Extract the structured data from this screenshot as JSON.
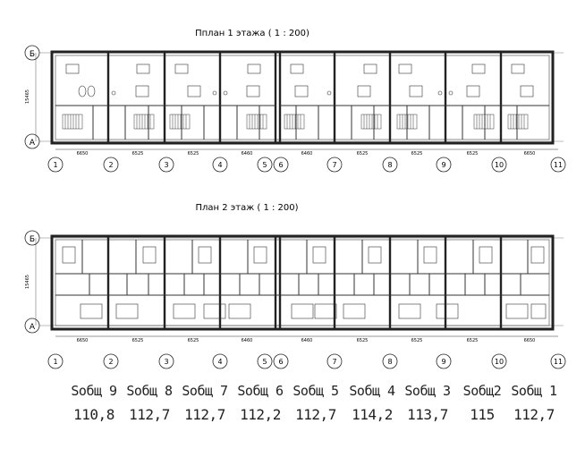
{
  "floor1": {
    "title": "Пплан 1 этажа ( 1 : 200)",
    "row_b": "Б",
    "row_a": "А",
    "height_dim": "15465",
    "axes": [
      "1",
      "2",
      "3",
      "4",
      "5",
      "6",
      "7",
      "8",
      "9",
      "10",
      "11"
    ],
    "dims": [
      "6650",
      "6525",
      "6525",
      "6460",
      "6460",
      "6525",
      "6525",
      "6525",
      "6650"
    ]
  },
  "floor2": {
    "title": "План 2 этаж ( 1 : 200)",
    "row_b": "Б",
    "row_a": "А",
    "height_dim": "15465",
    "axes": [
      "1",
      "2",
      "3",
      "4",
      "5",
      "6",
      "7",
      "8",
      "9",
      "10",
      "11"
    ],
    "dims": [
      "6650",
      "6525",
      "6525",
      "6460",
      "6460",
      "6525",
      "6525",
      "6525",
      "6650"
    ]
  },
  "areas": [
    {
      "label": "Sобщ 9",
      "value": "110,8"
    },
    {
      "label": "Sобщ 8",
      "value": "112,7"
    },
    {
      "label": "Sобщ 7",
      "value": "112,7"
    },
    {
      "label": "Sобщ 6",
      "value": "112,2"
    },
    {
      "label": "Sобщ 5",
      "value": "112,7"
    },
    {
      "label": "Sобщ 4",
      "value": "114,2"
    },
    {
      "label": "Sобщ 3",
      "value": "113,7"
    },
    {
      "label": "Sобщ2",
      "value": "115"
    },
    {
      "label": "Sобщ 1",
      "value": "112,7"
    }
  ]
}
